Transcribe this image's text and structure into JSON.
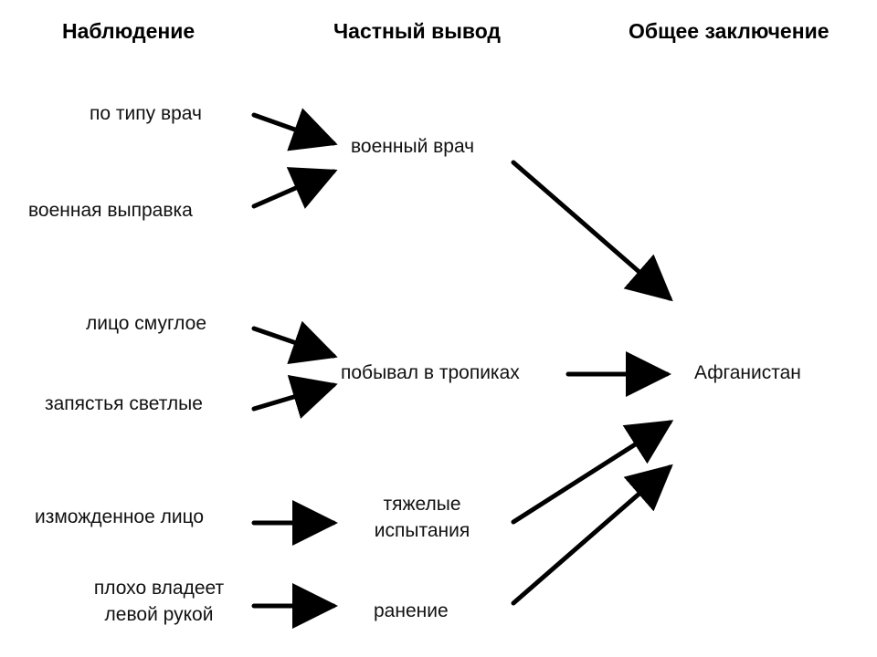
{
  "headers": {
    "observation": "Наблюдение",
    "partial_conclusion": "Частный вывод",
    "general_conclusion": "Общее заключение"
  },
  "observations": {
    "by_type_doctor": "по типу врач",
    "military_bearing": "военная выправка",
    "tanned_face": "лицо смуглое",
    "light_wrists": "запястья светлые",
    "exhausted_face": "изможденное лицо",
    "poor_left_hand_line1": "плохо владеет",
    "poor_left_hand_line2": "левой рукой"
  },
  "partial_conclusions": {
    "military_doctor": "военный врач",
    "visited_tropics": "побывал в тропиках",
    "hardships_line1": "тяжелые",
    "hardships_line2": "испытания",
    "wound": "ранение"
  },
  "general_conclusion": {
    "afghanistan": "Афганистан"
  },
  "colors": {
    "text": "#111111",
    "arrow": "#000000",
    "background": "#ffffff"
  }
}
